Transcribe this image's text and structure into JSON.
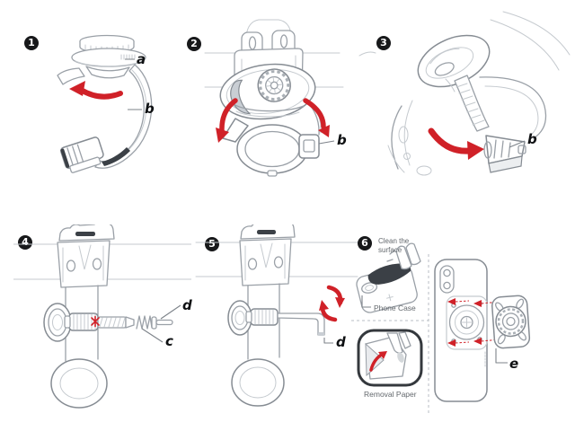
{
  "document": {
    "kind": "phone-mount-installation-diagram",
    "background": "#ffffff"
  },
  "colors": {
    "accent_red": "#d02128",
    "line_gray": "#9aa0a7",
    "dark_gray": "#3b4046",
    "badge_black": "#17181a",
    "annotation_gray": "#63686d"
  },
  "steps": [
    {
      "number": "1",
      "labels": [
        {
          "text": "a"
        },
        {
          "text": "b"
        }
      ]
    },
    {
      "number": "2",
      "labels": [
        {
          "text": "b"
        }
      ]
    },
    {
      "number": "3",
      "labels": [
        {
          "text": "b"
        }
      ]
    },
    {
      "number": "4",
      "labels": [
        {
          "text": "d"
        },
        {
          "text": "c"
        }
      ]
    },
    {
      "number": "5",
      "labels": [
        {
          "text": "d"
        }
      ]
    },
    {
      "number": "6",
      "labels": [
        {
          "text": "e"
        }
      ],
      "annotations": {
        "clean_surface": "Clean the surface",
        "phone_case": "Phone Case",
        "removal_paper": "Removal Paper"
      }
    }
  ]
}
